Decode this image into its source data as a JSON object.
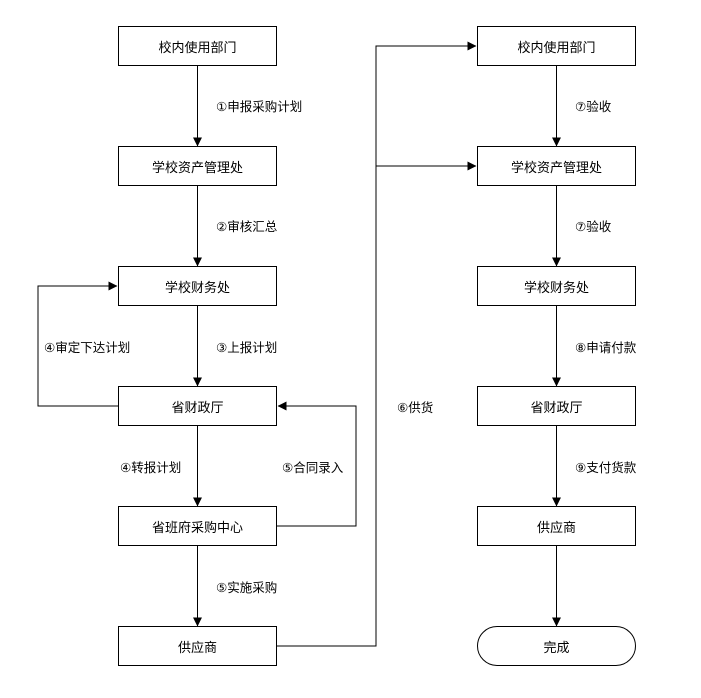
{
  "left_column": {
    "box1": "校内使用部门",
    "box2": "学校资产管理处",
    "box3": "学校财务处",
    "box4": "省财政厅",
    "box5": "省班府采购中心",
    "box6": "供应商"
  },
  "right_column": {
    "box1": "校内使用部门",
    "box2": "学校资产管理处",
    "box3": "学校财务处",
    "box4": "省财政厅",
    "box5": "供应商",
    "end": "完成"
  },
  "edge_labels": {
    "step1": "①申报采购计划",
    "step2": "②审核汇总",
    "step3": "③上报计划",
    "step4a": "④审定下达计划",
    "step4b": "④转报计划",
    "step5a": "⑤合同录入",
    "step5b": "⑤实施采购",
    "step6": "⑥供货",
    "step7a": "⑦验收",
    "step7b": "⑦验收",
    "step8": "⑧申请付款",
    "step9": "⑨支付货款"
  }
}
